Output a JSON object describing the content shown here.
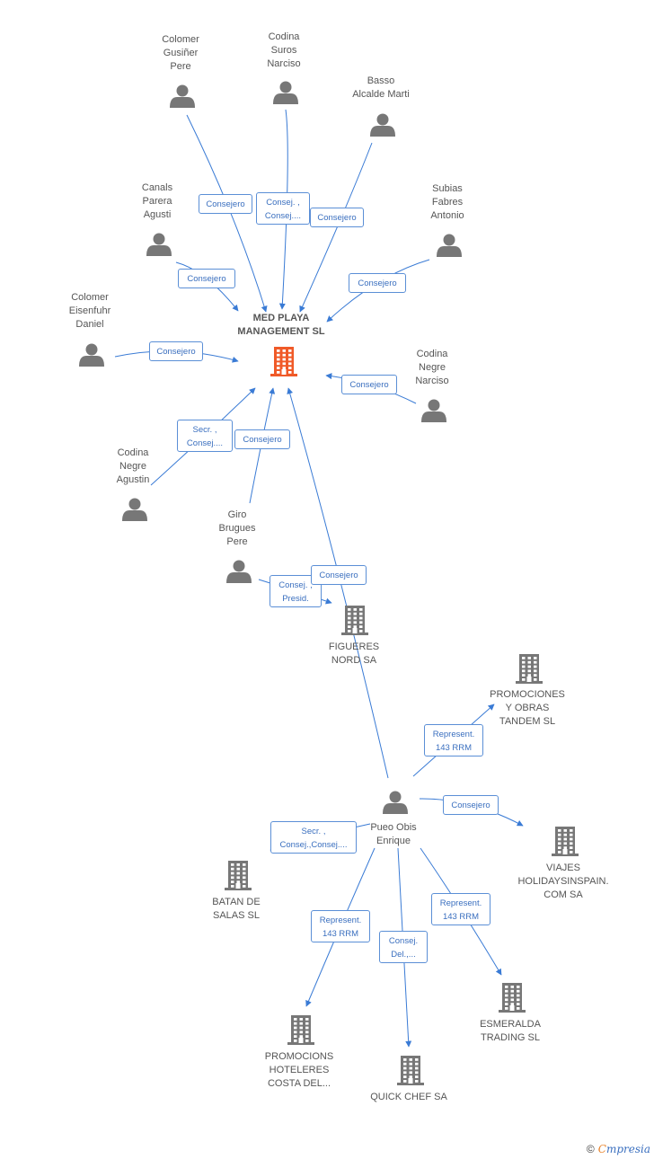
{
  "colors": {
    "edge": "#3a7bd5",
    "person": "#777777",
    "company": "#777777",
    "focus": "#f05a28"
  },
  "nodes": [
    {
      "id": "med",
      "type": "company-main",
      "label": "MED PLAYA\nMANAGEMENT SL"
    },
    {
      "id": "colomer_g",
      "type": "person",
      "label": "Colomer\nGusiñer\nPere"
    },
    {
      "id": "suros",
      "type": "person",
      "label": "Codina\nSuros\nNarciso"
    },
    {
      "id": "basso",
      "type": "person",
      "label": "Basso\nAlcalde Marti"
    },
    {
      "id": "canals",
      "type": "person",
      "label": "Canals\nParera\nAgusti"
    },
    {
      "id": "subias",
      "type": "person",
      "label": "Subias\nFabres\nAntonio"
    },
    {
      "id": "eisenfuhr",
      "type": "person",
      "label": "Colomer\nEisenfuhr\nDaniel"
    },
    {
      "id": "negre_n",
      "type": "person",
      "label": "Codina\nNegre\nNarciso"
    },
    {
      "id": "negre_a",
      "type": "person",
      "label": "Codina\nNegre\nAgustin"
    },
    {
      "id": "giro",
      "type": "person",
      "label": "Giro\nBrugues\nPere"
    },
    {
      "id": "figueres",
      "type": "company",
      "label": "FIGUERES\nNORD SA"
    },
    {
      "id": "pueo",
      "type": "person",
      "label": "Pueo Obis\nEnrique"
    },
    {
      "id": "promo_tandem",
      "type": "company",
      "label": "PROMOCIONES\nY OBRAS\nTANDEM SL"
    },
    {
      "id": "viajes",
      "type": "company",
      "label": "VIAJES\nHOLIDAYSINSPAIN.\nCOM SA"
    },
    {
      "id": "batan",
      "type": "company",
      "label": "BATAN DE\nSALAS SL"
    },
    {
      "id": "esmeralda",
      "type": "company",
      "label": "ESMERALDA\nTRADING SL"
    },
    {
      "id": "hoteleres",
      "type": "company",
      "label": "PROMOCIONS\nHOTELERES\nCOSTA DEL..."
    },
    {
      "id": "quickchef",
      "type": "company",
      "label": "QUICK CHEF SA"
    }
  ],
  "edges": [
    {
      "from": "colomer_g",
      "to": "med",
      "label": "Consejero"
    },
    {
      "from": "suros",
      "to": "med",
      "label": "Consej. ,\nConsej...."
    },
    {
      "from": "basso",
      "to": "med",
      "label": "Consejero"
    },
    {
      "from": "canals",
      "to": "med",
      "label": "Consejero"
    },
    {
      "from": "subias",
      "to": "med",
      "label": "Consejero"
    },
    {
      "from": "eisenfuhr",
      "to": "med",
      "label": "Consejero"
    },
    {
      "from": "negre_n",
      "to": "med",
      "label": "Consejero"
    },
    {
      "from": "negre_a",
      "to": "med",
      "label": "Secr. ,\nConsej...."
    },
    {
      "from": "giro",
      "to": "med",
      "label": "Consejero"
    },
    {
      "from": "giro",
      "to": "figueres",
      "label": "Consej. ,\nPresid."
    },
    {
      "from": "pueo",
      "to": "med",
      "label": "Consejero"
    },
    {
      "from": "pueo",
      "to": "promo_tandem",
      "label": "Represent.\n143 RRM"
    },
    {
      "from": "pueo",
      "to": "viajes",
      "label": "Consejero"
    },
    {
      "from": "pueo",
      "to": "batan",
      "label": "Secr. ,\nConsej.,Consej...."
    },
    {
      "from": "pueo",
      "to": "esmeralda",
      "label": "Represent.\n143 RRM"
    },
    {
      "from": "pueo",
      "to": "hoteleres",
      "label": "Represent.\n143 RRM"
    },
    {
      "from": "pueo",
      "to": "quickchef",
      "label": "Consej.\nDel.,..."
    }
  ],
  "footer": {
    "copyright": "©",
    "brand_first": "C",
    "brand_rest": "mpresia"
  }
}
